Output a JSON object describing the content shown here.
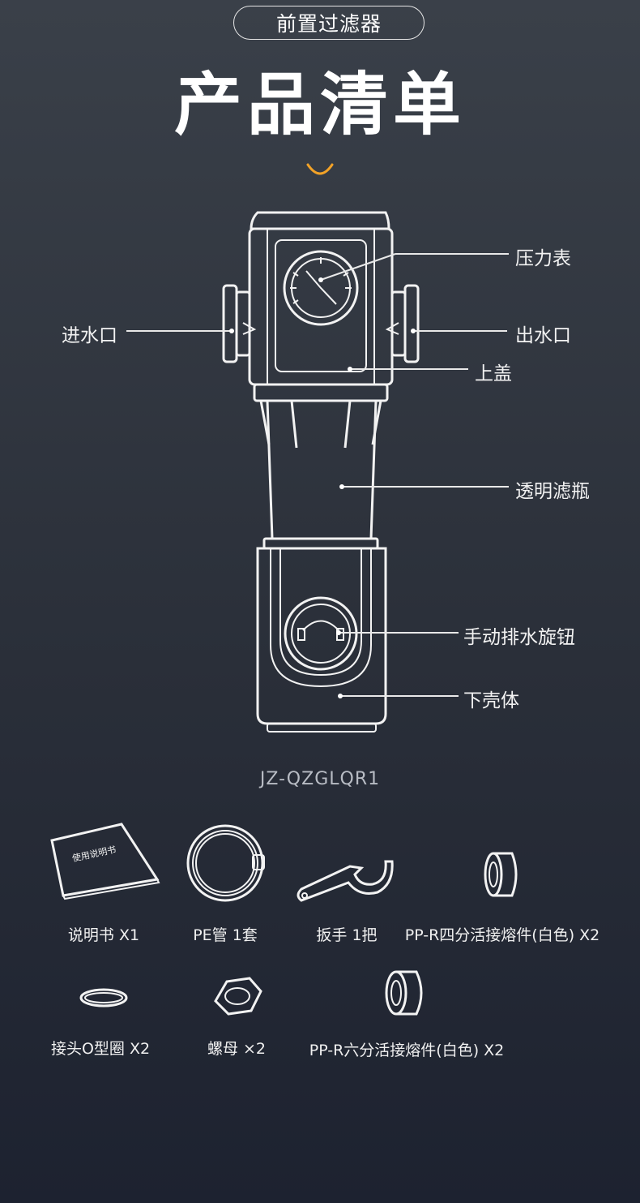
{
  "header": {
    "pill": "前置过滤器",
    "title": "产品清单"
  },
  "callouts": {
    "pressure_gauge": "压力表",
    "inlet": "进水口",
    "outlet": "出水口",
    "top_cover": "上盖",
    "transparent_bottle": "透明滤瓶",
    "drain_knob": "手动排水旋钮",
    "lower_shell": "下壳体"
  },
  "model": "JZ-QZGLQR1",
  "manual_text": "使用说明书",
  "items": [
    {
      "label": "说明书 X1"
    },
    {
      "label": "PE管 1套"
    },
    {
      "label": "扳手 1把"
    },
    {
      "label": "PP-R四分活接熔件(白色) X2"
    },
    {
      "label": "接头O型圈 X2"
    },
    {
      "label": "螺母 ×2"
    },
    {
      "label": "PP-R六分活接熔件(白色) X2"
    }
  ],
  "colors": {
    "accent": "#f2a227",
    "line": "#f2f2f2"
  }
}
